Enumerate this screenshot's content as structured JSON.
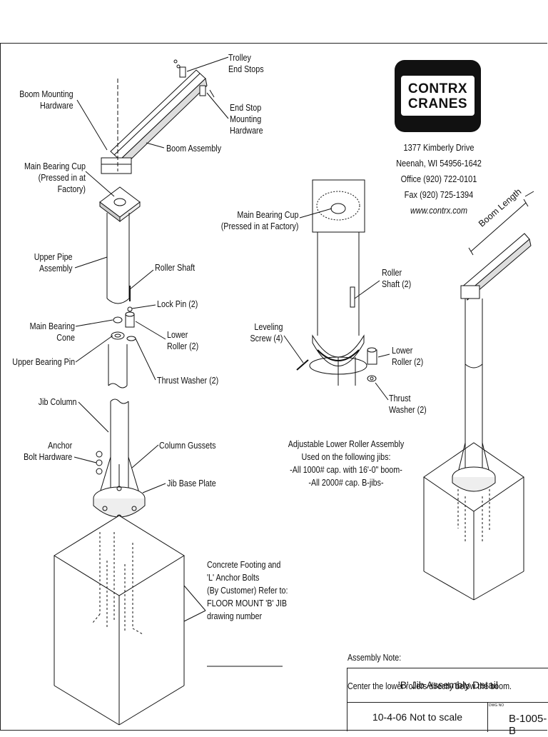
{
  "company": {
    "logo_text": "CONTRX\nCRANES",
    "address_line1": "1377 Kimberly Drive",
    "address_line2": "Neenah, WI  54956-1642",
    "phone": "Office (920) 722-0101",
    "fax": "Fax (920) 725-1394",
    "website": "www.contrx.com"
  },
  "labels": {
    "trolley_end_stops": "Trolley\nEnd Stops",
    "end_stop_mounting": "End Stop\nMounting\nHardware",
    "boom_mounting": "Boom Mounting\nHardware",
    "boom_assembly": "Boom Assembly",
    "main_bearing_cup": "Main Bearing Cup\n(Pressed in at Factory)",
    "upper_pipe": "Upper Pipe\nAssembly",
    "roller_shaft": "Roller Shaft",
    "lock_pin": "Lock Pin (2)",
    "main_bearing_cone": "Main Bearing Cone",
    "lower_roller": "Lower\nRoller (2)",
    "upper_bearing_pin": "Upper Bearing Pin",
    "thrust_washer": "Thrust Washer (2)",
    "jib_column": "Jib Column",
    "anchor_bolt": "Anchor\nBolt Hardware",
    "column_gussets": "Column Gussets",
    "jib_base_plate": "Jib Base Plate",
    "concrete_footing": "Concrete Footing and\n'L' Anchor Bolts\n(By Customer) Refer to:\nFLOOR MOUNT 'B' JIB\ndrawing number",
    "detail_bearing_cup": "Main Bearing Cup\n(Pressed in at Factory)",
    "detail_roller_shaft": "Roller\nShaft (2)",
    "leveling_screw": "Leveling\nScrew (4)",
    "detail_lower_roller": "Lower\nRoller (2)",
    "detail_thrust_washer": "Thrust\nWasher (2)",
    "boom_length": "Boom Length"
  },
  "detail_note": "Adjustable Lower Roller Assembly\nUsed on the following jibs:\n-All 1000# cap. with 16'-0\" boom-\n-All 2000# cap. B-jibs-",
  "assembly_note": {
    "heading": "Assembly Note:",
    "text": "Center the lower rollers directly below the boom."
  },
  "title_block": {
    "title": "'B' Jib Assembly Detail",
    "date_scale": "10-4-06 Not to scale",
    "dwg_no_label": "DWG NO",
    "dwg_no": "B-1005-B"
  }
}
